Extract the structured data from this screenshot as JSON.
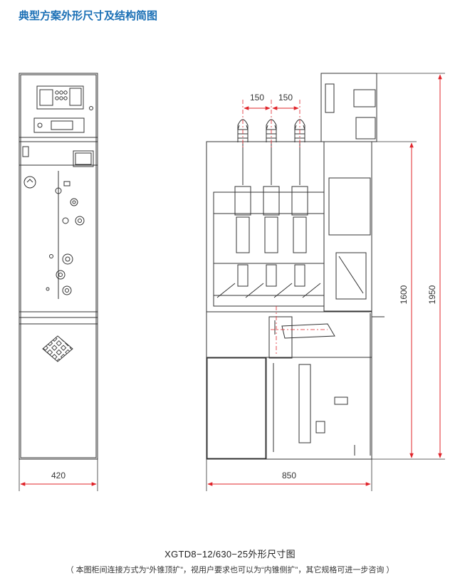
{
  "header": {
    "title": "典型方案外形尺寸及结构简图"
  },
  "dimensions": {
    "front_width": "420",
    "side_depth": "850",
    "bushing_spacing_1": "150",
    "bushing_spacing_2": "150",
    "cabinet_height": "1600",
    "total_height": "1950"
  },
  "caption": {
    "model": "XGTD8−12/630−25外形尺寸图",
    "note": "（ 本图柜间连接方式为“外锥顶扩”，视用户要求也可以为“内锥侧扩”，其它规格可进一步咨询 ）"
  },
  "colors": {
    "title": "#1a6fb5",
    "dimension": "#e0242a",
    "drawing": "#333333"
  }
}
